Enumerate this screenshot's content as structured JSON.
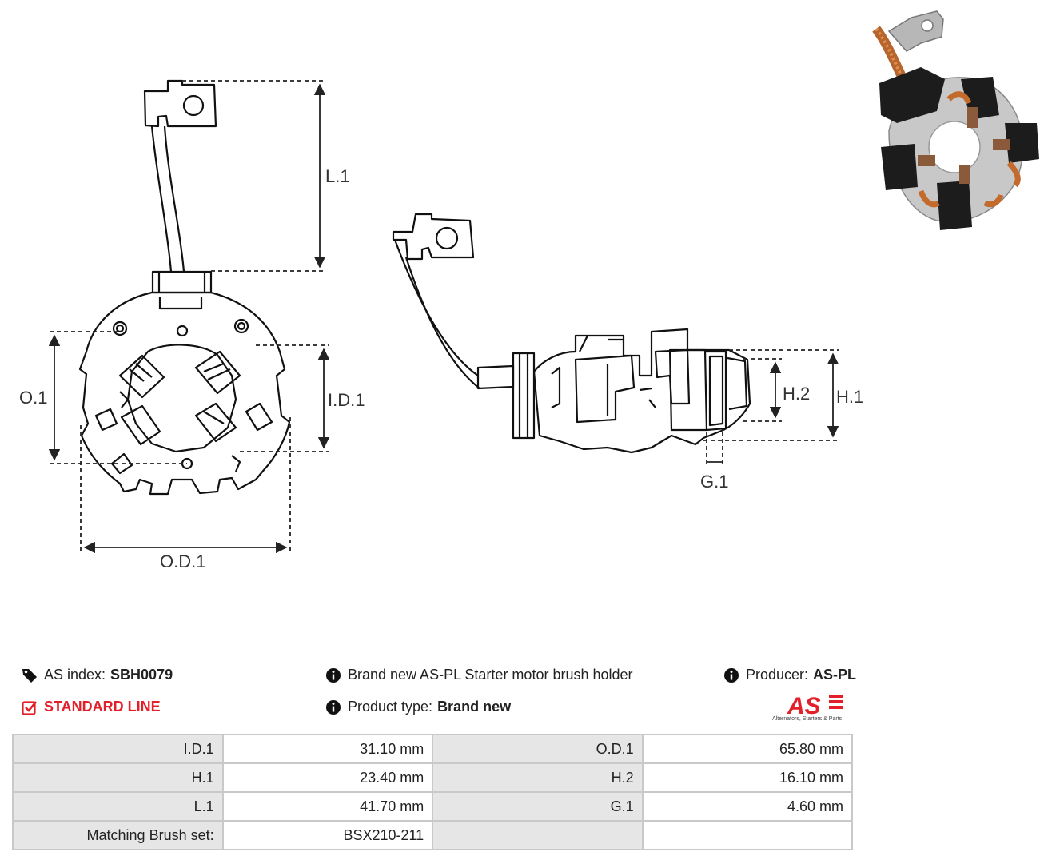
{
  "drawing": {
    "labels": {
      "l1": "L.1",
      "o1": "O.1",
      "id1": "I.D.1",
      "od1": "O.D.1",
      "h1": "H.1",
      "h2": "H.2",
      "g1": "G.1"
    }
  },
  "info": {
    "as_index_label": "AS index:",
    "as_index_value": "SBH0079",
    "line": "STANDARD LINE",
    "description": "Brand new AS-PL Starter motor brush holder",
    "product_type_label": "Product type:",
    "product_type_value": "Brand new",
    "producer_label": "Producer:",
    "producer_value": "AS-PL"
  },
  "logo": {
    "mark": "AS",
    "subtitle": "Alternators, Starters & Parts",
    "color": "#e3202a"
  },
  "specs": [
    {
      "label1": "I.D.1",
      "value1": "31.10 mm",
      "label2": "O.D.1",
      "value2": "65.80 mm"
    },
    {
      "label1": "H.1",
      "value1": "23.40 mm",
      "label2": "H.2",
      "value2": "16.10 mm"
    },
    {
      "label1": "L.1",
      "value1": "41.70 mm",
      "label2": "G.1",
      "value2": "4.60 mm"
    },
    {
      "label1": "Matching Brush set:",
      "value1": "BSX210-211",
      "label2": "",
      "value2": ""
    }
  ],
  "icons": {
    "tag": "tag-icon",
    "check": "check-square-icon",
    "info": "info-circle-icon"
  }
}
